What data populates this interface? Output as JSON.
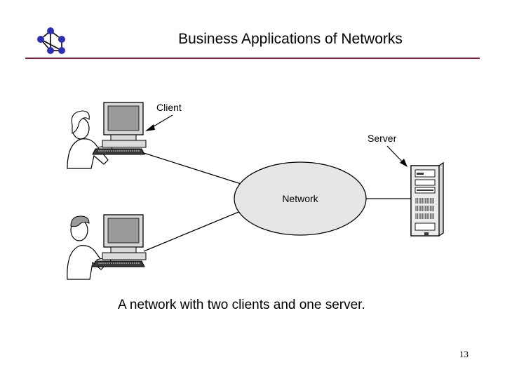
{
  "slide": {
    "title": "Business Applications of Networks",
    "caption": "A network with two clients and one server.",
    "page_number": "13"
  },
  "diagram": {
    "client_label": "Client",
    "server_label": "Server",
    "network_label": "Network"
  },
  "colors": {
    "rule": "#8B1A3A",
    "logo_node": "#2B2FB8",
    "ink": "#000000",
    "cloud_fill": "#E6E6E6",
    "gray_light": "#D9D9D9",
    "gray_mid": "#9A9A9A",
    "gray_dark": "#3A3A3A"
  },
  "icons": {
    "logo": "network-graph-logo",
    "client_device": "desktop-computer-icon",
    "server_device": "server-tower-icon",
    "user": "person-at-computer-icon"
  }
}
